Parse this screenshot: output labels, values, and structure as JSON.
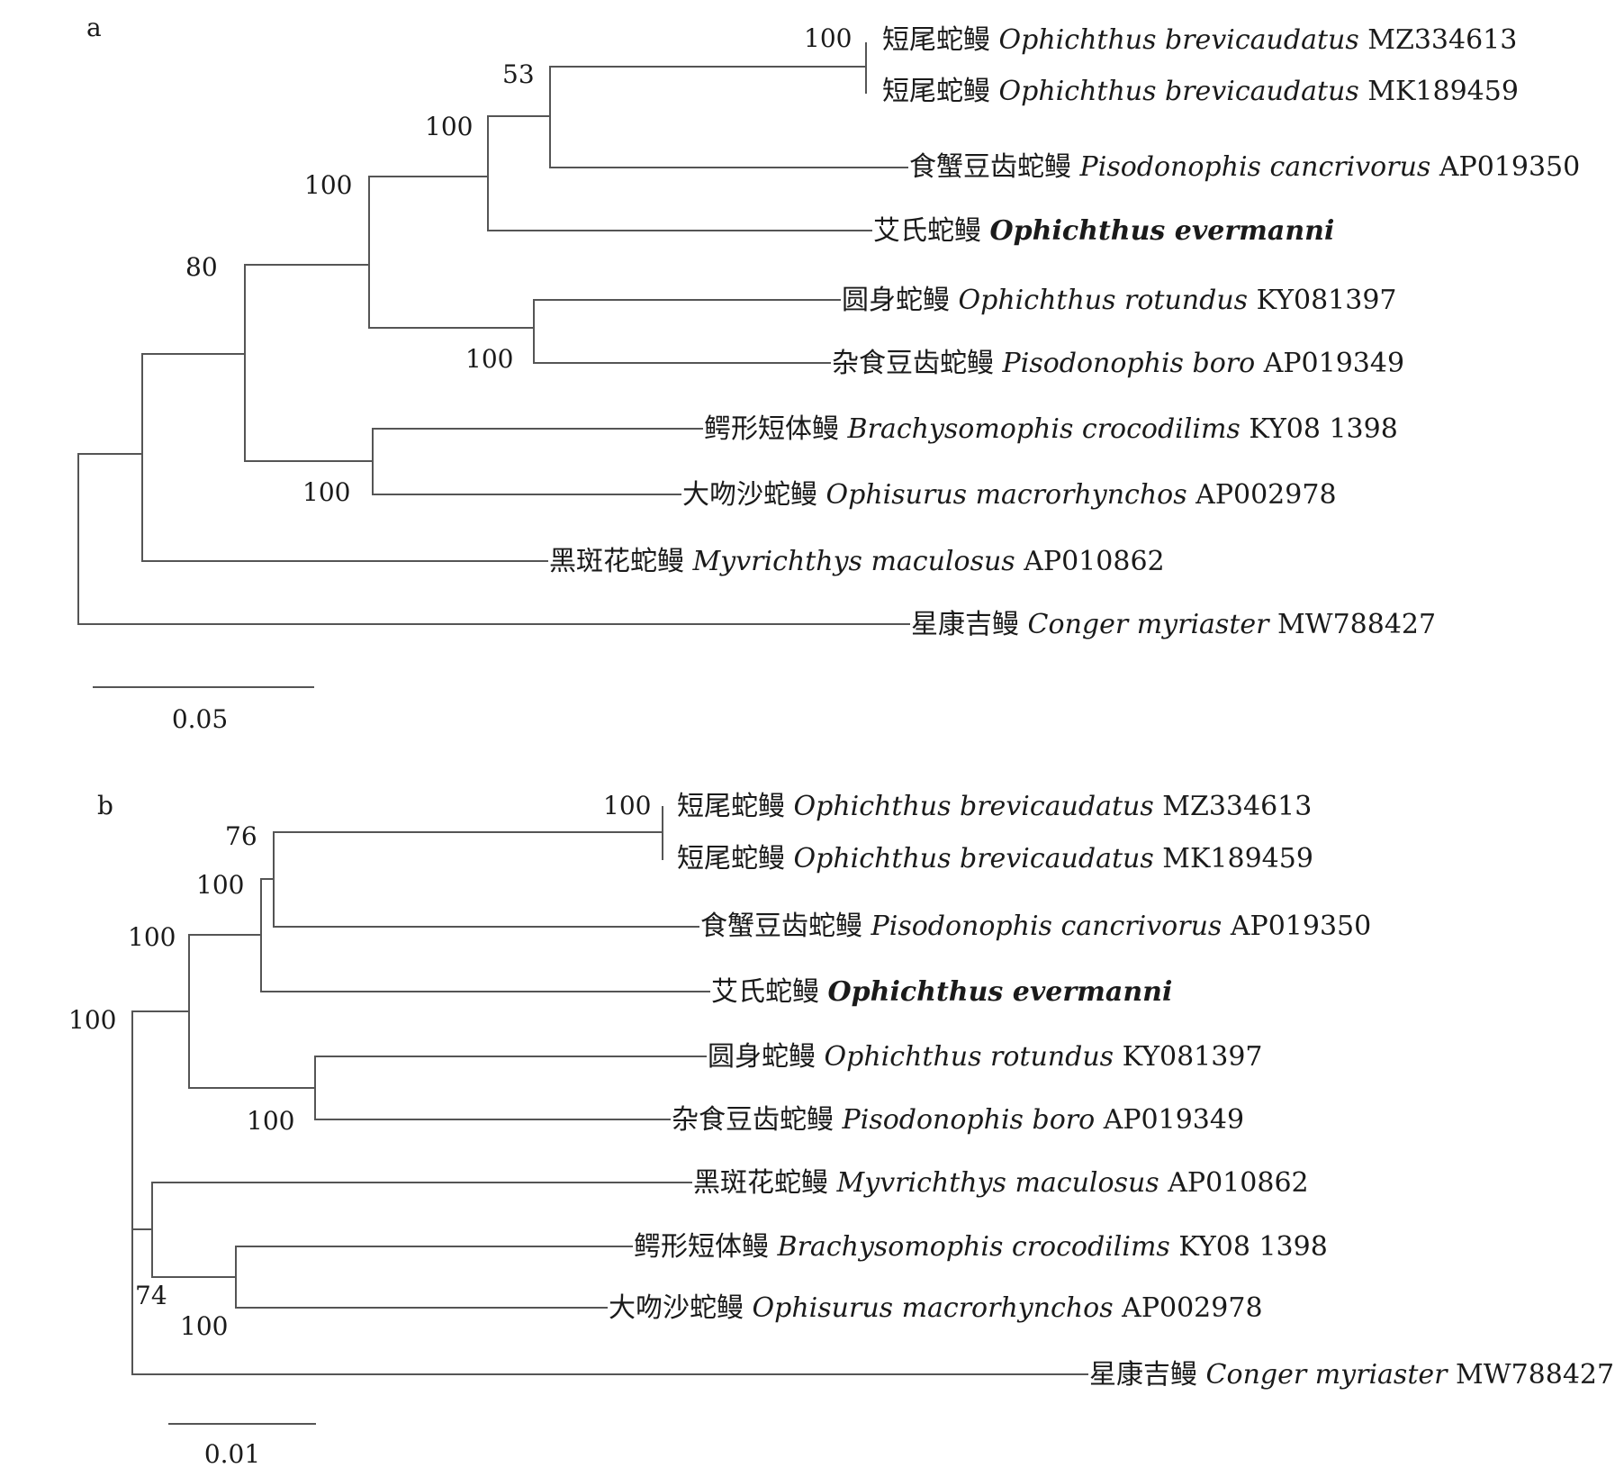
{
  "panels": [
    {
      "letter": "a",
      "scale_label": "0.05",
      "taxa": [
        {
          "cn": "短尾蛇鳗",
          "sci": "Ophichthus brevicaudatus",
          "acc": "MZ334613",
          "bold": false
        },
        {
          "cn": "短尾蛇鳗",
          "sci": "Ophichthus brevicaudatus",
          "acc": "MK189459",
          "bold": false
        },
        {
          "cn": "食蟹豆齿蛇鳗",
          "sci": "Pisodonophis cancrivorus",
          "acc": "AP019350",
          "bold": false
        },
        {
          "cn": "艾氏蛇鳗",
          "sci": "Ophichthus evermanni",
          "acc": "",
          "bold": true
        },
        {
          "cn": "圆身蛇鳗",
          "sci": "Ophichthus rotundus",
          "acc": "KY081397",
          "bold": false
        },
        {
          "cn": "杂食豆齿蛇鳗",
          "sci": "Pisodonophis boro",
          "acc": "AP019349",
          "bold": false
        },
        {
          "cn": "鳄形短体鳗",
          "sci": "Brachysomophis crocodilims",
          "acc": "KY08 1398",
          "bold": false
        },
        {
          "cn": "大吻沙蛇鳗",
          "sci": "Ophisurus macrorhynchos",
          "acc": "AP002978",
          "bold": false
        },
        {
          "cn": "黑斑花蛇鳗",
          "sci": "Myvrichthys maculosus",
          "acc": "AP010862",
          "bold": false
        },
        {
          "cn": "星康吉鳗",
          "sci": "Conger myriaster",
          "acc": "MW788427",
          "bold": false
        }
      ],
      "support_values": [
        "100",
        "53",
        "100",
        "100",
        "80",
        "100",
        "100"
      ]
    },
    {
      "letter": "b",
      "scale_label": "0.01",
      "taxa": [
        {
          "cn": "短尾蛇鳗",
          "sci": "Ophichthus brevicaudatus",
          "acc": "MZ334613",
          "bold": false
        },
        {
          "cn": "短尾蛇鳗",
          "sci": "Ophichthus brevicaudatus",
          "acc": "MK189459",
          "bold": false
        },
        {
          "cn": "食蟹豆齿蛇鳗",
          "sci": "Pisodonophis cancrivorus",
          "acc": "AP019350",
          "bold": false
        },
        {
          "cn": "艾氏蛇鳗",
          "sci": "Ophichthus evermanni",
          "acc": "",
          "bold": true
        },
        {
          "cn": "圆身蛇鳗",
          "sci": "Ophichthus rotundus",
          "acc": "KY081397",
          "bold": false
        },
        {
          "cn": "杂食豆齿蛇鳗",
          "sci": "Pisodonophis boro",
          "acc": "AP019349",
          "bold": false
        },
        {
          "cn": "黑斑花蛇鳗",
          "sci": "Myvrichthys maculosus",
          "acc": "AP010862",
          "bold": false
        },
        {
          "cn": "鳄形短体鳗",
          "sci": "Brachysomophis crocodilims",
          "acc": "KY08 1398",
          "bold": false
        },
        {
          "cn": "大吻沙蛇鳗",
          "sci": "Ophisurus macrorhynchos",
          "acc": "AP002978",
          "bold": false
        },
        {
          "cn": "星康吉鳗",
          "sci": "Conger myriaster",
          "acc": "MW788427",
          "bold": false
        }
      ],
      "support_values": [
        "100",
        "76",
        "100",
        "100",
        "100",
        "100",
        "74",
        "100"
      ]
    }
  ]
}
